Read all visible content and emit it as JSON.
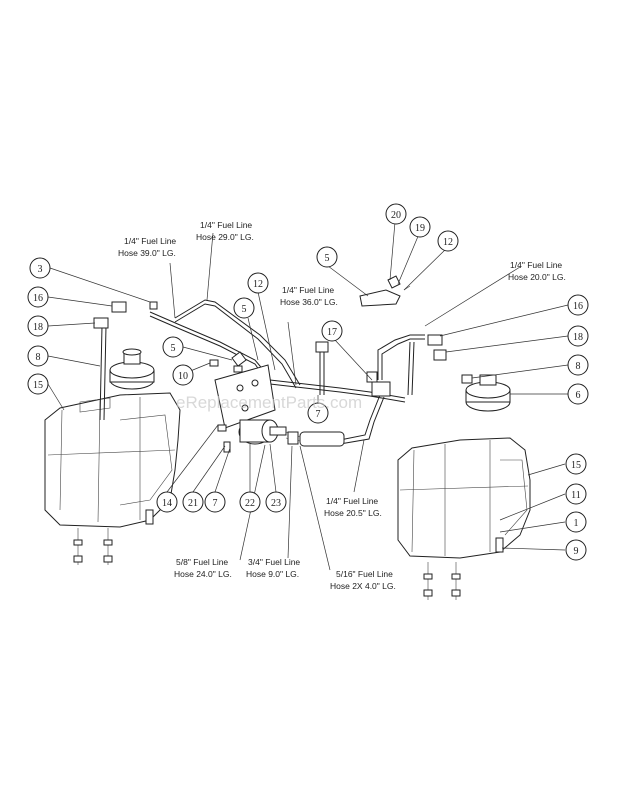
{
  "watermark": "eReplacementParts.com",
  "hose_labels": {
    "h39_line": "1/4\" Fuel Line",
    "h39_size": "Hose 39.0\" LG.",
    "h29_line": "1/4\" Fuel Line",
    "h29_size": "Hose 29.0\" LG.",
    "h36_line": "1/4\" Fuel Line",
    "h36_size": "Hose 36.0\" LG.",
    "h20_line": "1/4\" Fuel Line",
    "h20_size": "Hose 20.0\" LG.",
    "h205_line": "1/4\" Fuel Line",
    "h205_size": "Hose 20.5\" LG.",
    "h24_line": "5/8\" Fuel Line",
    "h24_size": "Hose 24.0\" LG.",
    "h9_line": "3/4\" Fuel Line",
    "h9_size": "Hose 9.0\" LG.",
    "h4_line": "5/16\" Fuel Line",
    "h4_size": "Hose 2X 4.0\" LG."
  },
  "callouts": {
    "c3": "3",
    "c16a": "16",
    "c18a": "18",
    "c8a": "8",
    "c15a": "15",
    "c5a": "5",
    "c10": "10",
    "c5b": "5",
    "c12a": "12",
    "c7a": "7",
    "c14": "14",
    "c21": "21",
    "c7b": "7",
    "c22": "22",
    "c23": "23",
    "c5c": "5",
    "c17": "17",
    "c20": "20",
    "c19": "19",
    "c12b": "12",
    "c16b": "16",
    "c18b": "18",
    "c8b": "8",
    "c6": "6",
    "c15b": "15",
    "c11": "11",
    "c1": "1",
    "c9": "9"
  }
}
